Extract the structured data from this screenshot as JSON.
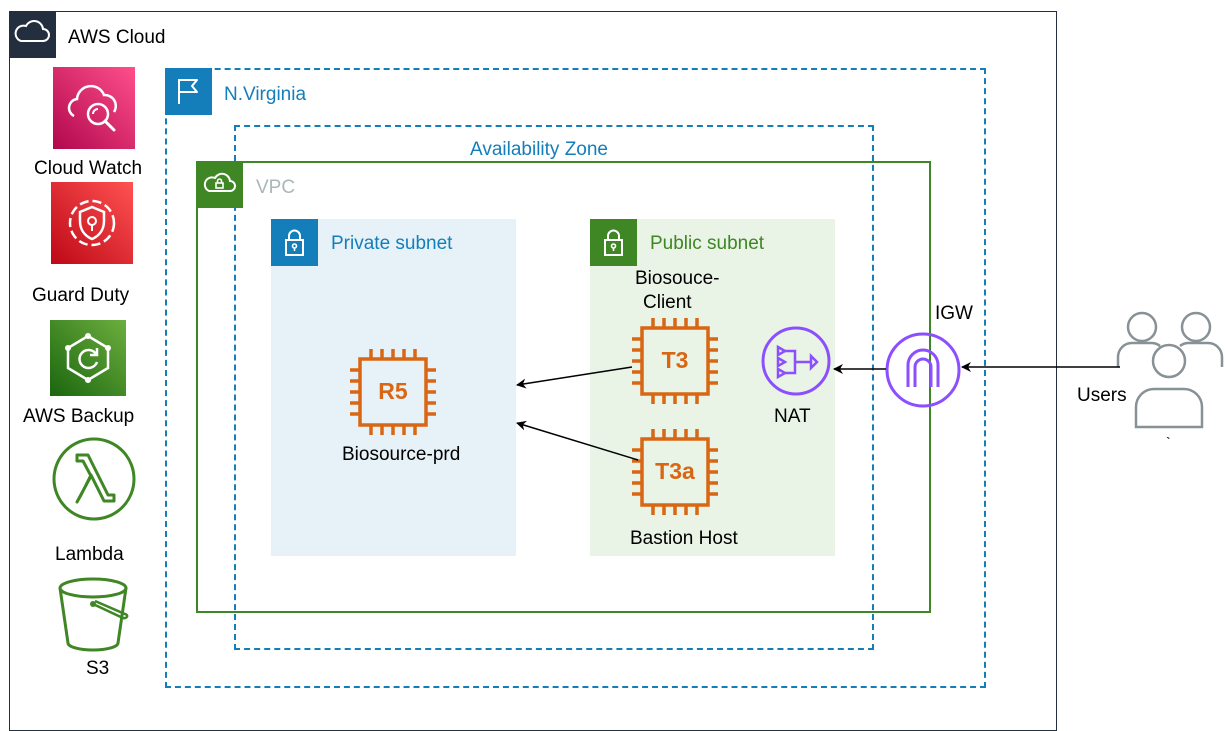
{
  "cloud": {
    "title": "AWS Cloud"
  },
  "region": {
    "title": "N.Virginia"
  },
  "availability_zone": {
    "title": "Availability Zone"
  },
  "vpc": {
    "title": "VPC"
  },
  "private_subnet": {
    "title": "Private subnet"
  },
  "public_subnet": {
    "title": "Public subnet"
  },
  "services": {
    "cloudwatch": "Cloud Watch",
    "guardduty": "Guard Duty",
    "backup": "AWS Backup",
    "lambda": "Lambda",
    "s3": "S3"
  },
  "instances": {
    "r5": {
      "type": "R5",
      "name": "Biosource-prd"
    },
    "t3": {
      "type": "T3",
      "name_line1": "Biosouce-",
      "name_line2": "Client"
    },
    "t3a": {
      "type": "T3a",
      "name": "Bastion Host"
    }
  },
  "nat": {
    "label": "NAT"
  },
  "igw": {
    "label": "IGW"
  },
  "users": {
    "label": "Users",
    "note": "`"
  },
  "colors": {
    "region_blue": "#147eba",
    "vpc_green": "#3f8624",
    "private_bg": "#e6f2f8",
    "public_bg": "#e9f3e6",
    "ec2_orange": "#d86613",
    "vpc_purple": "#8c4fff",
    "cloudwatch": "#e7157b",
    "guardduty": "#dd344c",
    "backup": "#3f8624",
    "lambda_s3": "#3f8624",
    "users_gray": "#879196"
  }
}
